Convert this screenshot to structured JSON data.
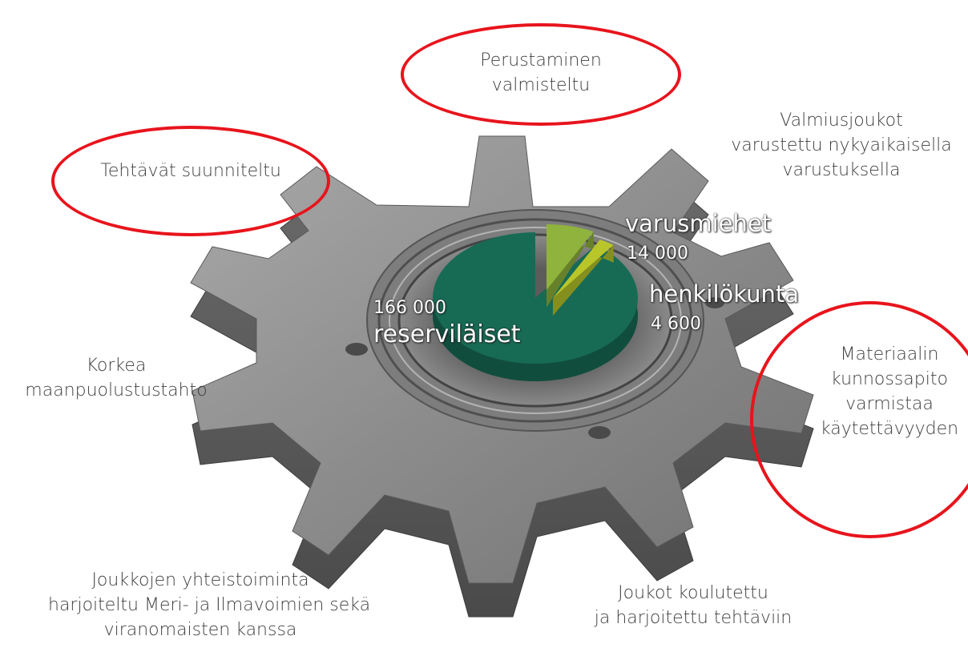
{
  "labels": {
    "perustaminen": [
      "Perustaminen",
      "valmisteltu"
    ],
    "tehtavat": [
      "Tehtävät suunniteltu"
    ],
    "valmiusjoukot": [
      "Valmiusjoukot",
      "varustettu nykyaikaisella",
      "varustuksella"
    ],
    "korkea": [
      "Korkea",
      "maanpuolustustahto"
    ],
    "materiaalin": [
      "Materiaalin",
      "kunnossapito",
      "varmistaa",
      "käytettävyyden"
    ],
    "yhteistoiminta": [
      "Joukkojen yhteistoiminta",
      "harjoiteltu Meri- ja Ilmavoimien sekä",
      "viranomaisten kanssa"
    ],
    "koulutettu": [
      "Joukot koulutettu",
      "ja harjoitettu tehtäviin"
    ]
  },
  "chart_data": {
    "type": "pie",
    "slices": [
      {
        "label": "reserviläiset",
        "value": 166000,
        "value_text": "166 000",
        "color": "#176b55"
      },
      {
        "label": "varusmiehet",
        "value": 14000,
        "value_text": "14 000",
        "color": "#8fb33c"
      },
      {
        "label": "henkilökunta",
        "value": 4600,
        "value_text": "4 600",
        "color": "#b9c62a"
      }
    ]
  },
  "colors": {
    "gear_top": "#8e8e8e",
    "gear_side": "#5a5a5a",
    "highlight_ring": "#e8141c"
  }
}
